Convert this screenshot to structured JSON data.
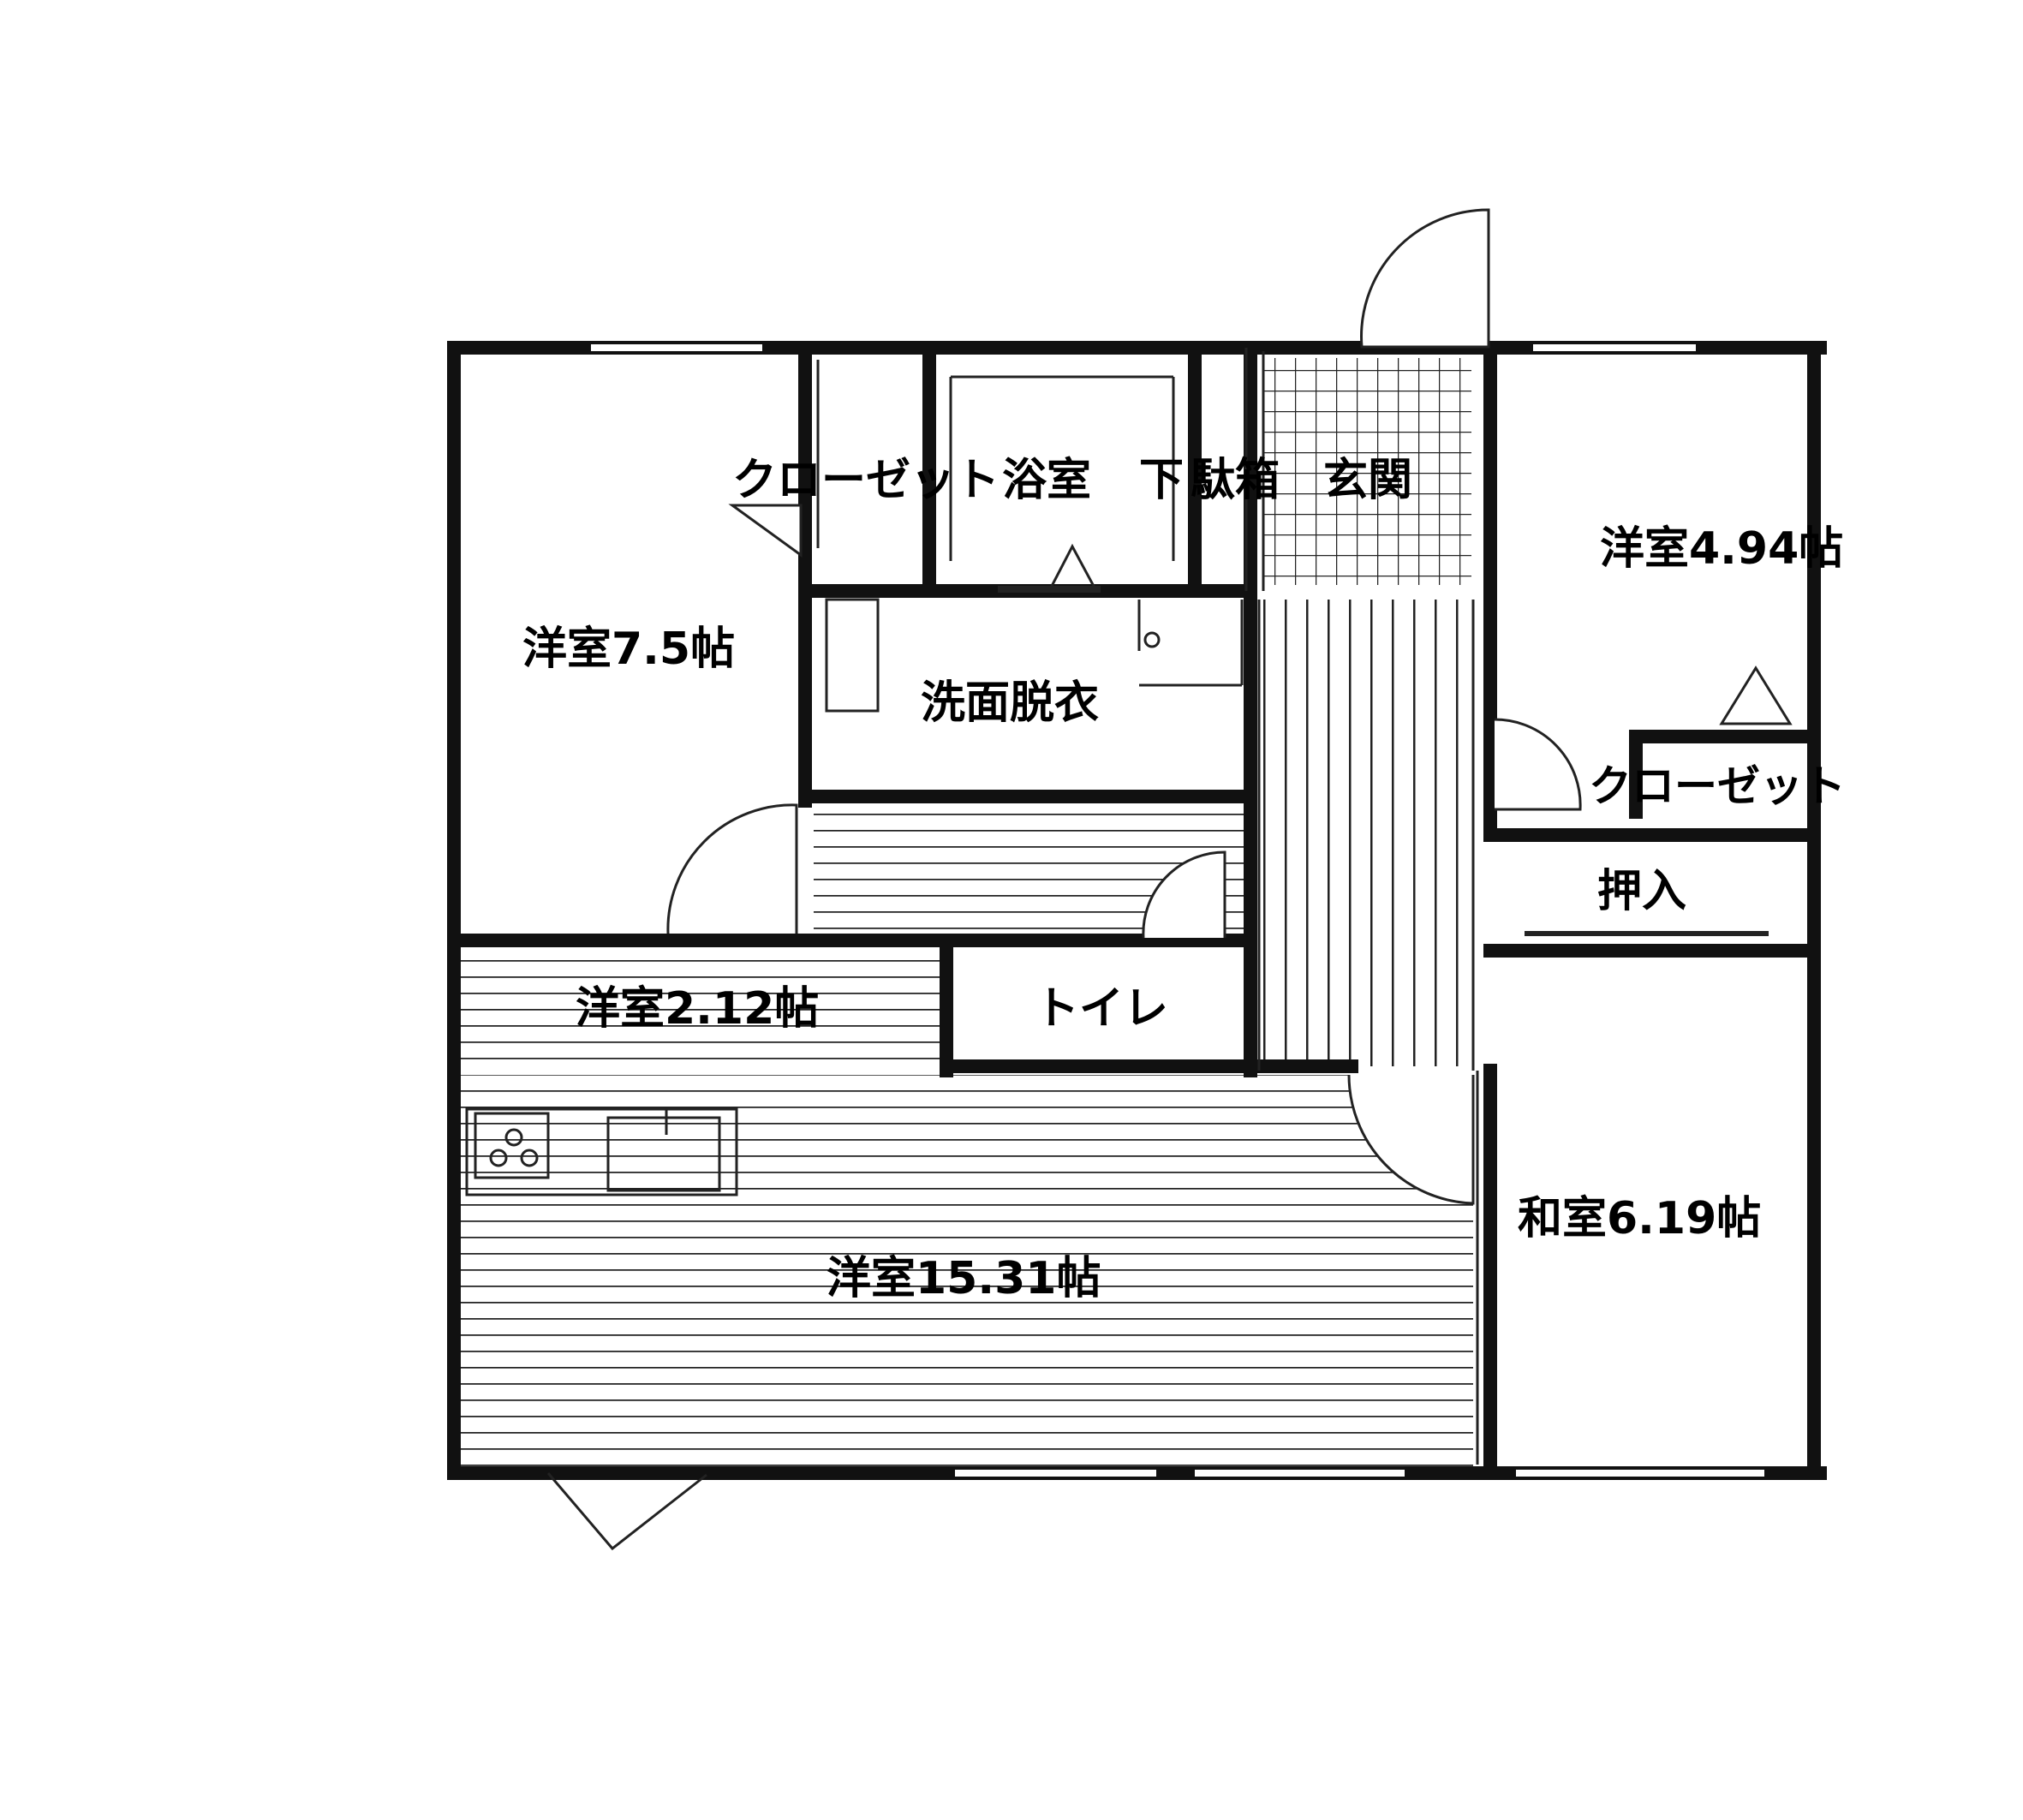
{
  "rooms": {
    "closet_top": "クローゼット",
    "bath": "浴室",
    "hall_top": "下",
    "shoe_box": "駄箱",
    "entrance": "玄関",
    "western_4_94": "洋室4.94帖",
    "western_7_5": "洋室7.5帖",
    "washroom": "洗面脱衣",
    "closet_right": "クローゼット",
    "oshiire": "押入",
    "western_2_12": "洋室2.12帖",
    "toilet": "トイレ",
    "japanese_6_19": "和室6.19帖",
    "western_15_31": "洋室15.31帖"
  },
  "colors": {
    "wall": "#111111",
    "line": "#222222",
    "background": "#ffffff"
  }
}
